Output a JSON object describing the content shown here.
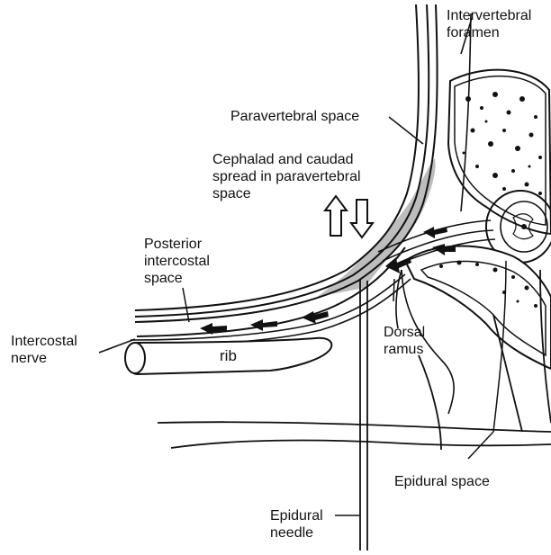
{
  "labels": {
    "intervertebral_foramen": [
      "Intervertebral",
      "foramen"
    ],
    "paravertebral_space": [
      "Paravertebral space"
    ],
    "spread": [
      "Cephalad and caudad",
      "spread in paravertebral",
      "space"
    ],
    "posterior_intercostal_space": [
      "Posterior",
      "intercostal",
      "space"
    ],
    "intercostal_nerve": [
      "Intercostal",
      "nerve"
    ],
    "rib": [
      "rib"
    ],
    "dorsal_ramus": [
      "Dorsal",
      "ramus"
    ],
    "epidural_space": [
      "Epidural space"
    ],
    "epidural_needle": [
      "Epidural",
      "needle"
    ]
  },
  "colors": {
    "ink": "#111111",
    "shade": "#bdbdbd",
    "paper": "#ffffff"
  }
}
